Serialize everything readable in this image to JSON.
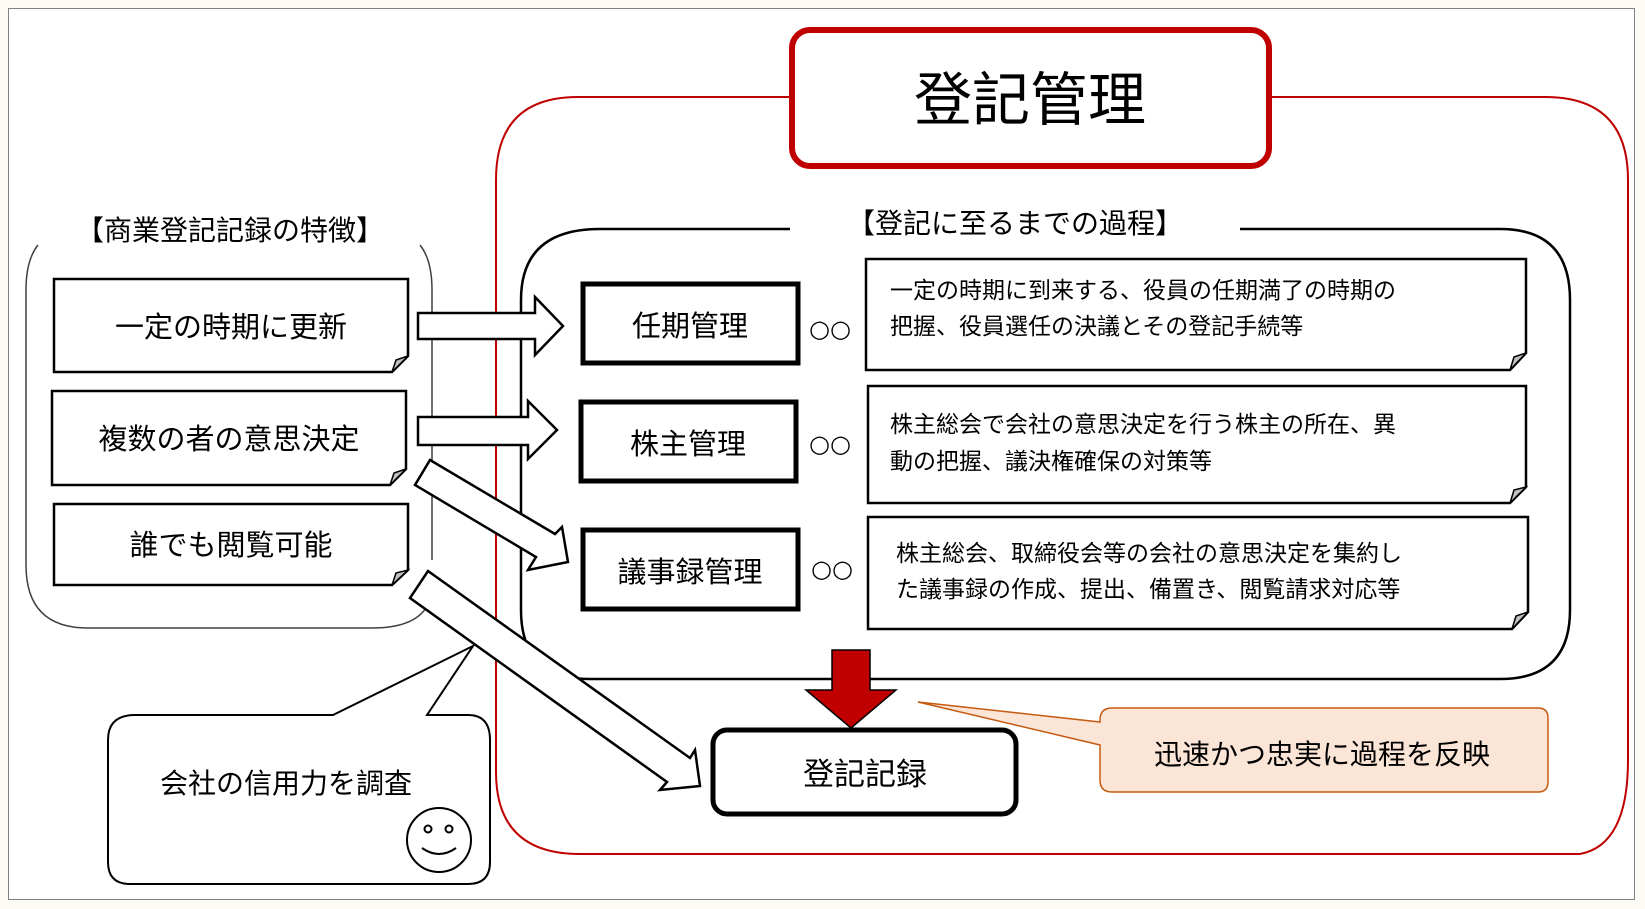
{
  "title": "登記管理",
  "colors": {
    "accent_red": "#c00000",
    "callout_fill": "#fbe5d6",
    "callout_border": "#c55a11",
    "fold_gray": "#c0c0c0"
  },
  "features": {
    "heading": "【商業登記記録の特徴】",
    "items": [
      {
        "label": "一定の時期に更新"
      },
      {
        "label": "複数の者の意思決定"
      },
      {
        "label": "誰でも閲覧可能"
      }
    ]
  },
  "process": {
    "heading": "【登記に至るまでの過程】",
    "connector": "○○",
    "steps": [
      {
        "label": "任期管理",
        "desc_lines": [
          "一定の時期に到来する、役員の任期満了の時期の",
          "把握、役員選任の決議とその登記手続等"
        ]
      },
      {
        "label": "株主管理",
        "desc_lines": [
          "株主総会で会社の意思決定を行う株主の所在、異",
          "動の把握、議決権確保の対策等"
        ]
      },
      {
        "label": "議事録管理",
        "desc_lines": [
          "株主総会、取締役会等の会社の意思決定を集約し",
          "た議事録の作成、提出、備置き、閲覧請求対応等"
        ]
      }
    ]
  },
  "result": {
    "label": "登記記録"
  },
  "callout_reflect": {
    "text": "迅速かつ忠実に過程を反映"
  },
  "callout_investigate": {
    "text": "会社の信用力を調査",
    "icon": "smiley-face-icon"
  }
}
